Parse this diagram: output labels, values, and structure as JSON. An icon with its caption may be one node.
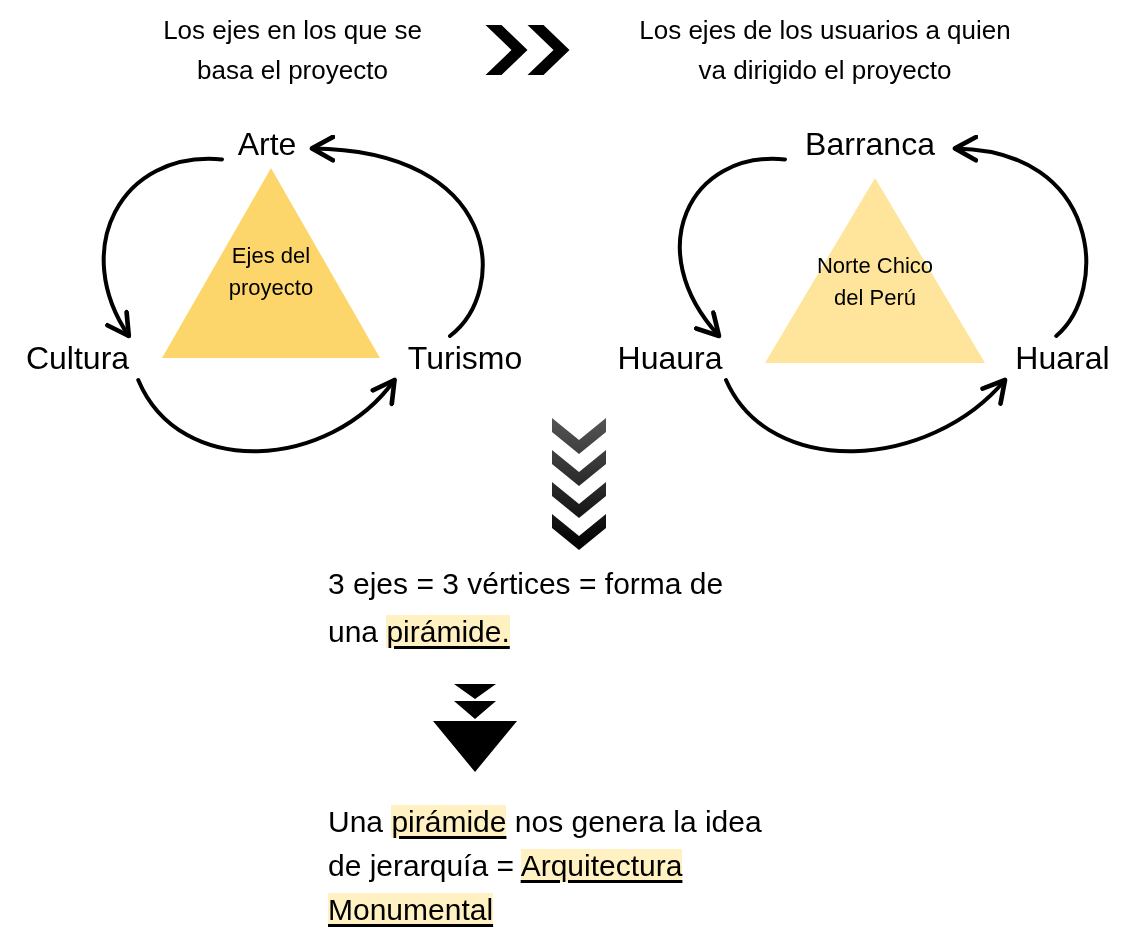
{
  "diagram": {
    "nodes": [
      {
        "text": [
          "Los ejes en los que se basa el proyecto"
        ]
      },
      {
        "text": [
          "Los ejes de los usuarios a quien va dirigido el proyecto"
        ]
      },
      {
        "text": [
          "Arte"
        ]
      },
      {
        "text": [
          "Ejes del proyecto"
        ]
      },
      {
        "text": [
          "Cultura"
        ]
      },
      {
        "text": [
          "Turismo"
        ]
      },
      {
        "text": [
          "Barranca"
        ]
      },
      {
        "text": [
          "Norte Chico del Perú"
        ]
      },
      {
        "text": [
          "Huaura"
        ]
      },
      {
        "text": [
          "Huaral"
        ]
      },
      {
        "text": [
          "3 ejes = 3 vértices = forma de una **pirámide.**"
        ]
      },
      {
        "text": [
          "Una **pirámide** nos genera la idea de jerarquía = **Arquitectura Monumental**"
        ]
      }
    ],
    "edges": [
      {
        "from": 0,
        "to": 1,
        "arrow": "to"
      },
      {
        "from": 2,
        "to": 4,
        "arrow": "to"
      },
      {
        "from": 4,
        "to": 5,
        "arrow": "to"
      },
      {
        "from": 5,
        "to": 2,
        "arrow": "to"
      },
      {
        "from": 6,
        "to": 8,
        "arrow": "to"
      },
      {
        "from": 8,
        "to": 9,
        "arrow": "to"
      },
      {
        "from": 9,
        "to": 6,
        "arrow": "to"
      },
      {
        "from": null,
        "to": 10,
        "arrow": "to"
      },
      {
        "from": 10,
        "to": 11,
        "arrow": "to"
      }
    ]
  }
}
